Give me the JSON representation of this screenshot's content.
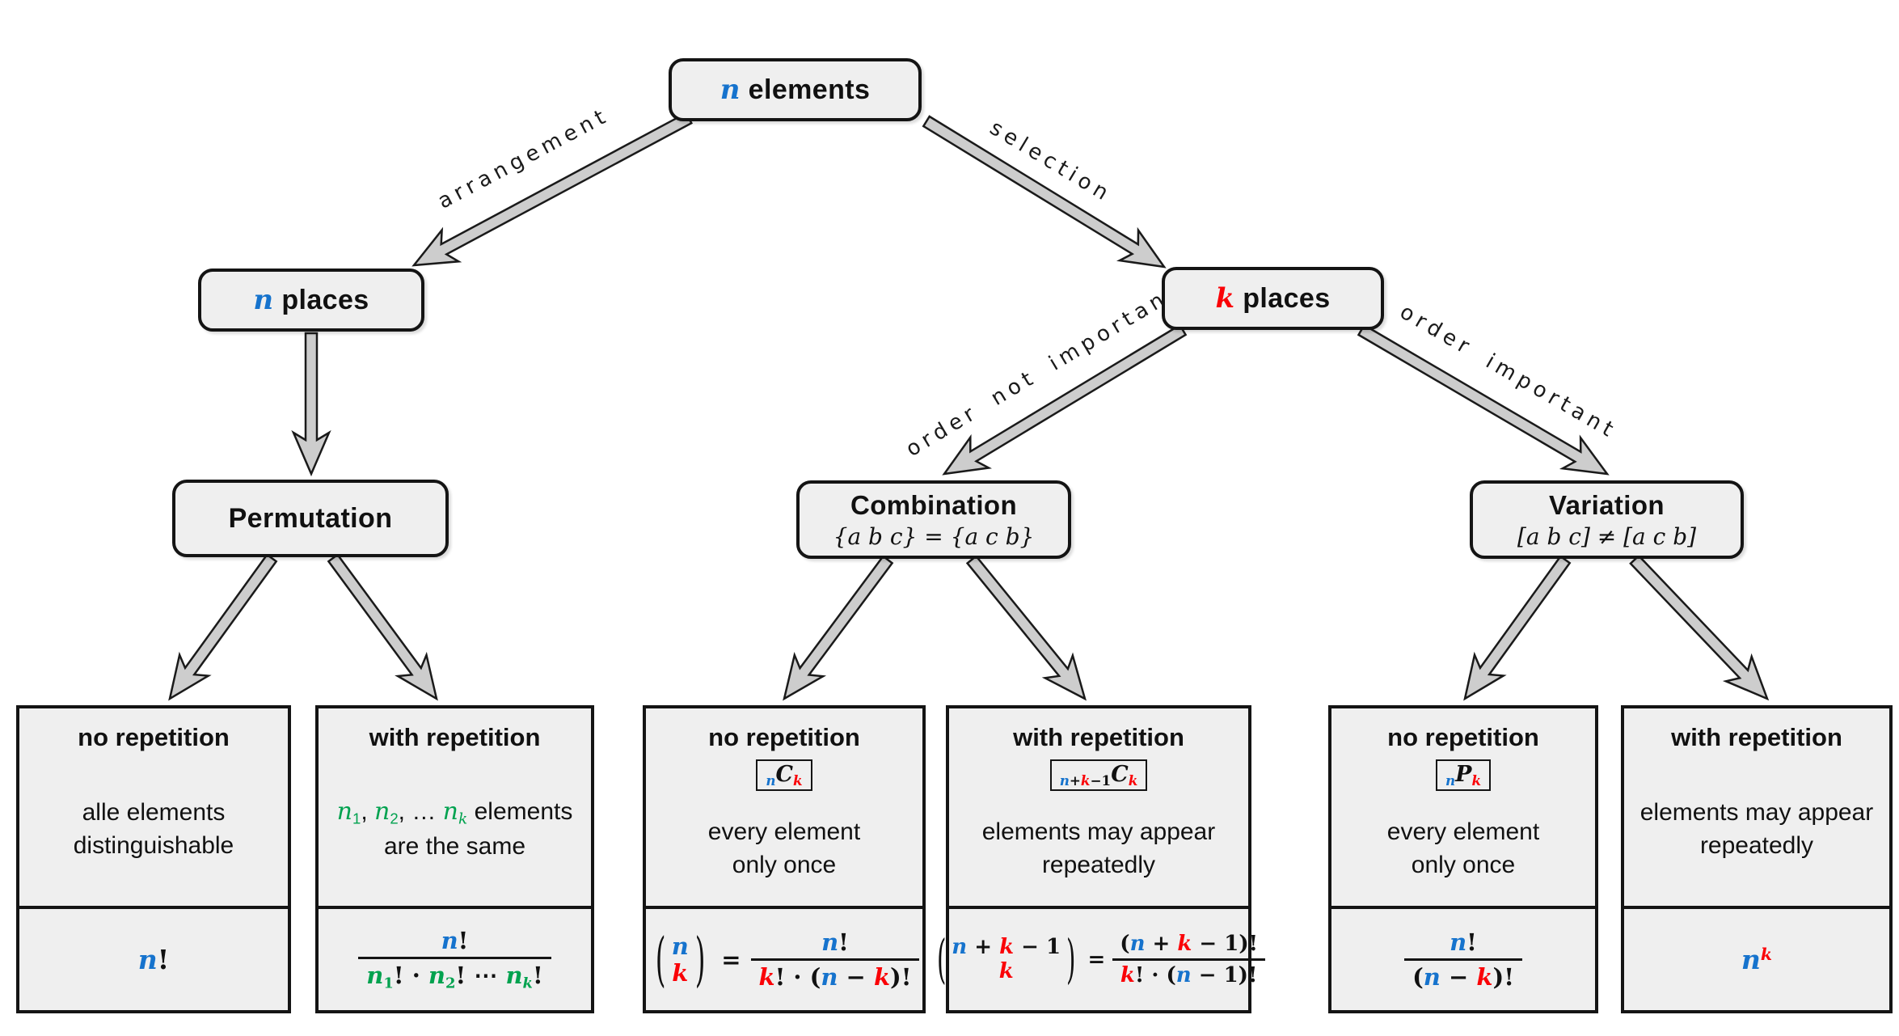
{
  "colors": {
    "blue": "#1673CD",
    "red": "#FA0207",
    "green": "#00A24F",
    "box_fill": "#EFEFEF",
    "arrow_fill": "#CDCDCD",
    "border": "#141414"
  },
  "nodes": {
    "root": {
      "tokens": [
        {
          "t": "n",
          "c": "blue",
          "m": 1
        },
        {
          "t": " elements"
        }
      ]
    },
    "n_places": {
      "tokens": [
        {
          "t": "n",
          "c": "blue",
          "m": 1
        },
        {
          "t": " places"
        }
      ]
    },
    "k_places": {
      "tokens": [
        {
          "t": "k",
          "c": "red",
          "m": 1
        },
        {
          "t": " places"
        }
      ]
    },
    "permutation": {
      "title": "Permutation"
    },
    "combination": {
      "title": "Combination",
      "note": [
        {
          "t": "{a b c} = {a c b}",
          "m": 1
        }
      ]
    },
    "variation": {
      "title": "Variation",
      "note": [
        {
          "t": "[a b c] ≠ [a c b]",
          "m": 1
        }
      ]
    }
  },
  "edge_labels": {
    "arrangement": "arrangement",
    "selection": "selection",
    "order_not_important": "order not important",
    "order_important": "order important"
  },
  "leaves": [
    {
      "title": "no repetition",
      "desc": [
        [
          {
            "t": "alle elements"
          }
        ],
        [
          {
            "t": "distinguishable"
          }
        ]
      ],
      "formula": {
        "plain": [
          {
            "t": "n",
            "c": "blue",
            "m": 1
          },
          {
            "t": "!"
          }
        ]
      }
    },
    {
      "title": "with repetition",
      "desc": [
        [
          {
            "t": "n",
            "c": "green",
            "m": 1
          },
          {
            "t": "1",
            "c": "green",
            "sub": 1
          },
          {
            "t": ", "
          },
          {
            "t": "n",
            "c": "green",
            "m": 1
          },
          {
            "t": "2",
            "c": "green",
            "sub": 1
          },
          {
            "t": ", … "
          },
          {
            "t": "n",
            "c": "green",
            "m": 1
          },
          {
            "t": "k",
            "c": "green",
            "m": 1,
            "sub": 1
          },
          {
            "t": " elements"
          }
        ],
        [
          {
            "t": "are the same"
          }
        ]
      ],
      "formula": {
        "num": [
          {
            "t": "n",
            "c": "blue",
            "m": 1
          },
          {
            "t": "!"
          }
        ],
        "den": [
          {
            "t": "n",
            "c": "green",
            "m": 1
          },
          {
            "t": "1",
            "c": "green",
            "sub": 1
          },
          {
            "t": "! · "
          },
          {
            "t": "n",
            "c": "green",
            "m": 1
          },
          {
            "t": "2",
            "c": "green",
            "sub": 1
          },
          {
            "t": "! ⋯ "
          },
          {
            "t": "n",
            "c": "green",
            "m": 1
          },
          {
            "t": "k",
            "c": "green",
            "m": 1,
            "sub": 1
          },
          {
            "t": "!"
          }
        ]
      }
    },
    {
      "title": "no repetition",
      "badge": [
        {
          "t": "n",
          "c": "blue",
          "m": 1,
          "sub": 1
        },
        {
          "t": "C",
          "m": 1
        },
        {
          "t": "k",
          "c": "red",
          "m": 1,
          "sub": 1
        }
      ],
      "desc": [
        [
          {
            "t": "every element"
          }
        ],
        [
          {
            "t": "only once"
          }
        ]
      ],
      "formula": {
        "binom_top": [
          {
            "t": "n",
            "c": "blue",
            "m": 1
          }
        ],
        "binom_bottom": [
          {
            "t": "k",
            "c": "red",
            "m": 1
          }
        ],
        "eq": "=",
        "num": [
          {
            "t": "n",
            "c": "blue",
            "m": 1
          },
          {
            "t": "!"
          }
        ],
        "den": [
          {
            "t": "k",
            "c": "red",
            "m": 1
          },
          {
            "t": "! · ("
          },
          {
            "t": "n",
            "c": "blue",
            "m": 1
          },
          {
            "t": " − "
          },
          {
            "t": "k",
            "c": "red",
            "m": 1
          },
          {
            "t": ")!"
          }
        ]
      }
    },
    {
      "title": "with repetition",
      "badge": [
        {
          "t": "n",
          "c": "blue",
          "m": 1,
          "sub": 1
        },
        {
          "t": "+",
          "sub": 1
        },
        {
          "t": "k",
          "c": "red",
          "m": 1,
          "sub": 1
        },
        {
          "t": "−1",
          "sub": 1
        },
        {
          "t": "C",
          "m": 1
        },
        {
          "t": "k",
          "c": "red",
          "m": 1,
          "sub": 1
        }
      ],
      "desc": [
        [
          {
            "t": "elements may appear"
          }
        ],
        [
          {
            "t": "repeatedly"
          }
        ]
      ],
      "formula": {
        "binom_top": [
          {
            "t": "n",
            "c": "blue",
            "m": 1
          },
          {
            "t": " + "
          },
          {
            "t": "k",
            "c": "red",
            "m": 1
          },
          {
            "t": " − 1"
          }
        ],
        "binom_bottom": [
          {
            "t": "k",
            "c": "red",
            "m": 1
          }
        ],
        "eq": "=",
        "num": [
          {
            "t": "("
          },
          {
            "t": "n",
            "c": "blue",
            "m": 1
          },
          {
            "t": " + "
          },
          {
            "t": "k",
            "c": "red",
            "m": 1
          },
          {
            "t": " − 1)!"
          }
        ],
        "den": [
          {
            "t": "k",
            "c": "red",
            "m": 1
          },
          {
            "t": "! · ("
          },
          {
            "t": "n",
            "c": "blue",
            "m": 1
          },
          {
            "t": " − 1)!"
          }
        ]
      }
    },
    {
      "title": "no repetition",
      "badge": [
        {
          "t": "n",
          "c": "blue",
          "m": 1,
          "sub": 1
        },
        {
          "t": "P",
          "m": 1
        },
        {
          "t": "k",
          "c": "red",
          "m": 1,
          "sub": 1
        }
      ],
      "desc": [
        [
          {
            "t": "every element"
          }
        ],
        [
          {
            "t": "only once"
          }
        ]
      ],
      "formula": {
        "num": [
          {
            "t": "n",
            "c": "blue",
            "m": 1
          },
          {
            "t": "!"
          }
        ],
        "den": [
          {
            "t": "("
          },
          {
            "t": "n",
            "c": "blue",
            "m": 1
          },
          {
            "t": " − "
          },
          {
            "t": "k",
            "c": "red",
            "m": 1
          },
          {
            "t": ")!"
          }
        ]
      }
    },
    {
      "title": "with repetition",
      "desc": [
        [
          {
            "t": "elements may appear"
          }
        ],
        [
          {
            "t": "repeatedly"
          }
        ]
      ],
      "formula": {
        "plain": [
          {
            "t": "n",
            "c": "blue",
            "m": 1
          },
          {
            "t": "k",
            "c": "red",
            "m": 1,
            "sup": 1
          }
        ]
      }
    }
  ]
}
